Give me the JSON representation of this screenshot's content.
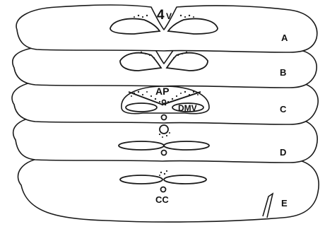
{
  "labels": {
    "fourth_ventricle": "4",
    "fourth_ventricle_sub": "V",
    "area_postrema": "AP",
    "dmv": "DMV",
    "central_canal": "CC"
  },
  "sections": [
    {
      "letter": "A"
    },
    {
      "letter": "B"
    },
    {
      "letter": "C"
    },
    {
      "letter": "D"
    },
    {
      "letter": "E"
    }
  ],
  "colors": {
    "ink": "#1a1a1a",
    "background": "#ffffff"
  }
}
